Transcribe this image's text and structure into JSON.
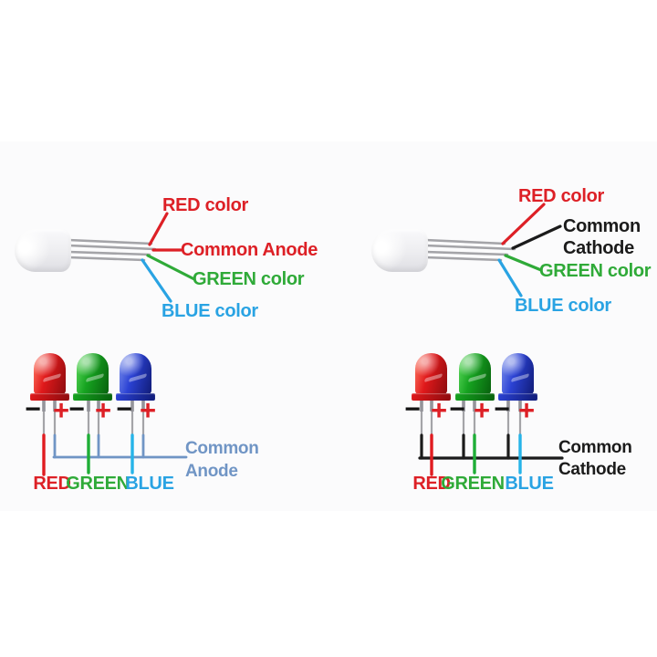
{
  "palette": {
    "label_red": "#dd2026",
    "label_green": "#2faa38",
    "label_blue": "#29a3e3",
    "common_anode_steel_blue": "#7095c5",
    "common_cathode_black": "#1b1b1b",
    "wire_red": "#e01b20",
    "wire_green": "#1fae37",
    "wire_cyan": "#26b4e9",
    "lead_silver": "#a4a4a8",
    "led_red_body": "#e0191b",
    "led_green_body": "#16a320",
    "led_blue_body": "#2b42d4"
  },
  "top_left": {
    "labels": {
      "red": "RED color",
      "common": "Common Anode",
      "green": "GREEN color",
      "blue": "BLUE color"
    }
  },
  "top_right": {
    "labels": {
      "red": "RED color",
      "common_line1": "Common",
      "common_line2": "Cathode",
      "green": "GREEN color",
      "blue": "BLUE color"
    }
  },
  "bottom_left": {
    "signs": {
      "minus": "−",
      "plus": "+"
    },
    "labels": {
      "red": "RED",
      "green": "GREEN",
      "blue": "BLUE",
      "common_line1": "Common",
      "common_line2": "Anode"
    }
  },
  "bottom_right": {
    "signs": {
      "minus": "−",
      "plus": "+"
    },
    "labels": {
      "red": "RED",
      "green": "GREEN",
      "blue": "BLUE",
      "common_line1": "Common",
      "common_line2": "Cathode"
    }
  }
}
